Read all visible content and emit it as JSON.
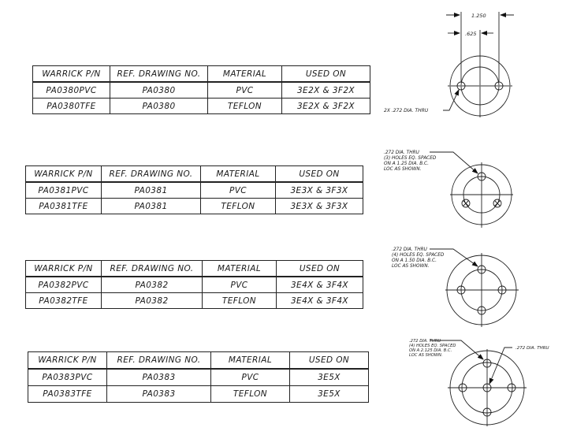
{
  "tables": [
    {
      "headers": [
        "WARRICK P/N",
        "REF. DRAWING NO.",
        "MATERIAL",
        "USED ON"
      ],
      "rows": [
        [
          "PA0380PVC",
          "PA0380",
          "PVC",
          "3E2X & 3F2X"
        ],
        [
          "PA0380TFE",
          "PA0380",
          "TEFLON",
          "3E2X & 3F2X"
        ]
      ]
    },
    {
      "headers": [
        "WARRICK P/N",
        "REF. DRAWING NO.",
        "MATERIAL",
        "USED ON"
      ],
      "rows": [
        [
          "PA0381PVC",
          "PA0381",
          "PVC",
          "3E3X & 3F3X"
        ],
        [
          "PA0381TFE",
          "PA0381",
          "TEFLON",
          "3E3X & 3F3X"
        ]
      ]
    },
    {
      "headers": [
        "WARRICK P/N",
        "REF. DRAWING NO.",
        "MATERIAL",
        "USED ON"
      ],
      "rows": [
        [
          "PA0382PVC",
          "PA0382",
          "PVC",
          "3E4X & 3F4X"
        ],
        [
          "PA0382TFE",
          "PA0382",
          "TEFLON",
          "3E4X & 3F4X"
        ]
      ]
    },
    {
      "headers": [
        "WARRICK P/N",
        "REF. DRAWING NO.",
        "MATERIAL",
        "USED ON"
      ],
      "rows": [
        [
          "PA0383PVC",
          "PA0383",
          "PVC",
          "3E5X"
        ],
        [
          "PA0383TFE",
          "PA0383",
          "TEFLON",
          "3E5X"
        ]
      ]
    }
  ],
  "drawings": [
    {
      "dim_outer": "1.250",
      "dim_inner": ".625",
      "callout": "2X .272 DIA. THRU"
    },
    {
      "callout_lines": [
        ".272 DIA. THRU",
        "(3) HOLES EQ. SPACED",
        "ON A 1.25 DIA. B.C.",
        "LOC AS SHOWN."
      ]
    },
    {
      "callout_lines": [
        ".272 DIA. THRU",
        "(4) HOLES EQ. SPACED",
        "ON A 1.50 DIA. B.C.",
        "LOC AS SHOWN."
      ]
    },
    {
      "callout_lines": [
        ".272 DIA. THRU",
        "(4) HOLES EQ. SPACED",
        "ON A 2.125 DIA. B.C.",
        "LOC AS SHOWN."
      ],
      "center_callout": ".272 DIA. THRU"
    }
  ]
}
